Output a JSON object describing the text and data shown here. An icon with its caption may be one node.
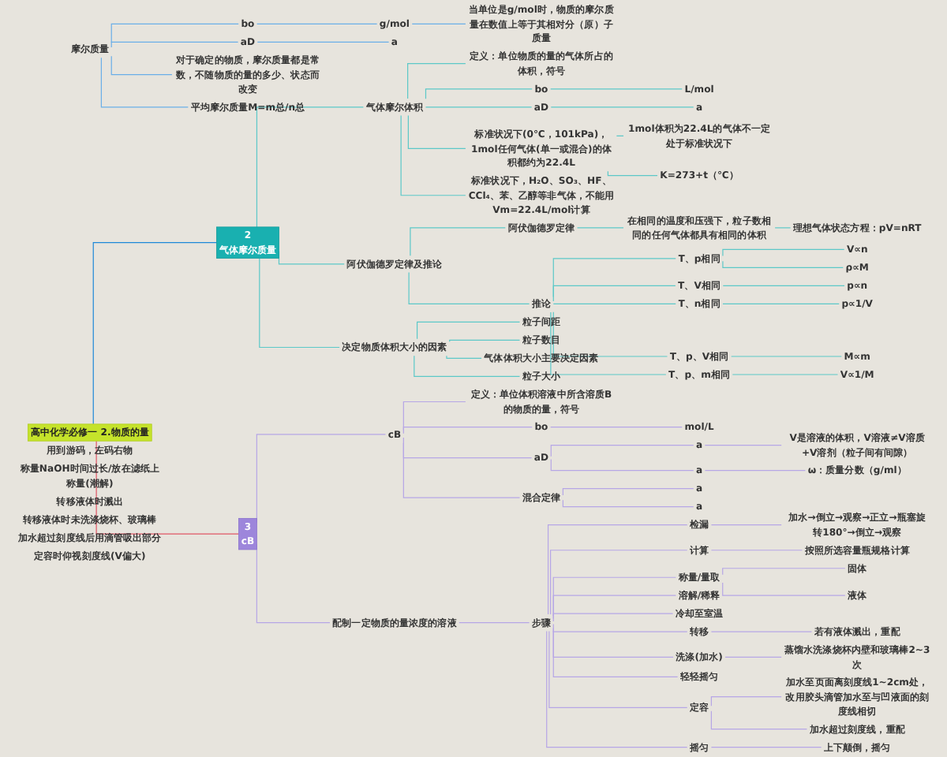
{
  "diagram": {
    "nodes": [
      {
        "text": [
          "高中化学必修一 2.物质的量"
        ]
      },
      {
        "text": [
          "摩尔质量"
        ]
      },
      {
        "text": [
          "bo"
        ]
      },
      {
        "text": [
          "g/mol"
        ]
      },
      {
        "text": [
          "当单位是g/mol时，物质的摩尔质量在数值上等于其相对分（原）子质量"
        ]
      },
      {
        "text": [
          "aD"
        ]
      },
      {
        "text": [
          "a"
        ]
      },
      {
        "text": [
          "对于确定的物质，摩尔质量都是常数，不随物质的量的多少、状态而改变"
        ]
      },
      {
        "text": [
          "平均摩尔质量M=m总/n总"
        ]
      },
      {
        "text": [
          "2",
          "气体摩尔质量"
        ]
      },
      {
        "text": [
          "气体摩尔体积"
        ]
      },
      {
        "text": [
          "定义：单位物质的量的气体所占的体积，符号"
        ]
      },
      {
        "text": [
          "bo"
        ]
      },
      {
        "text": [
          "L/mol"
        ]
      },
      {
        "text": [
          "aD"
        ]
      },
      {
        "text": [
          "a"
        ]
      },
      {
        "text": [
          "标准状况下(0℃，101kPa)，1mol任何气体(单一或混合)的体积都约为22.4L"
        ]
      },
      {
        "text": [
          "1mol体积为22.4L的气体不一定处于标准状况下"
        ]
      },
      {
        "text": [
          "K=273+t（℃）"
        ]
      },
      {
        "text": [
          "标准状况下，H₂O、SO₃、HF、CCl₄、苯、乙醇等非气体，不能用Vm=22.4L/mol计算"
        ]
      },
      {
        "text": [
          "阿伏伽德罗定律及推论"
        ]
      },
      {
        "text": [
          "阿伏伽德罗定律"
        ]
      },
      {
        "text": [
          "在相同的温度和压强下，粒子数相同的任何气体都具有相同的体积"
        ]
      },
      {
        "text": [
          "理想气体状态方程：pV=nRT"
        ]
      },
      {
        "text": [
          "推论"
        ]
      },
      {
        "text": [
          "T、p相同"
        ]
      },
      {
        "text": [
          "V∝n"
        ]
      },
      {
        "text": [
          "ρ∝M"
        ]
      },
      {
        "text": [
          "T、V相同"
        ]
      },
      {
        "text": [
          "p∝n"
        ]
      },
      {
        "text": [
          "T、n相同"
        ]
      },
      {
        "text": [
          "p∝1/V"
        ]
      },
      {
        "text": [
          "T、p、V相同"
        ]
      },
      {
        "text": [
          "M∝m"
        ]
      },
      {
        "text": [
          "T、p、m相同"
        ]
      },
      {
        "text": [
          "V∝1/M"
        ]
      },
      {
        "text": [
          "决定物质体积大小的因素"
        ]
      },
      {
        "text": [
          "粒子间距"
        ]
      },
      {
        "text": [
          "粒子数目"
        ]
      },
      {
        "text": [
          "气体体积大小主要决定因素"
        ]
      },
      {
        "text": [
          "粒子大小"
        ]
      },
      {
        "text": [
          "3",
          "cB"
        ]
      },
      {
        "text": [
          "cB"
        ]
      },
      {
        "text": [
          "定义：单位体积溶液中所含溶质B的物质的量，符号"
        ]
      },
      {
        "text": [
          "bo"
        ]
      },
      {
        "text": [
          "mol/L"
        ]
      },
      {
        "text": [
          "aD"
        ]
      },
      {
        "text": [
          "a"
        ]
      },
      {
        "text": [
          "V是溶液的体积，V溶液≠V溶质+V溶剂（粒子间有间隙）"
        ]
      },
      {
        "text": [
          "a"
        ]
      },
      {
        "text": [
          "ω：质量分数（g/ml）"
        ]
      },
      {
        "text": [
          "混合定律"
        ]
      },
      {
        "text": [
          "a"
        ]
      },
      {
        "text": [
          "a"
        ]
      },
      {
        "text": [
          "配制一定物质的量浓度的溶液"
        ]
      },
      {
        "text": [
          "步骤"
        ]
      },
      {
        "text": [
          "检漏"
        ]
      },
      {
        "text": [
          "加水→倒立→观察→正立→瓶塞旋转180°→倒立→观察"
        ]
      },
      {
        "text": [
          "计算"
        ]
      },
      {
        "text": [
          "按照所选容量瓶规格计算"
        ]
      },
      {
        "text": [
          "称量/量取"
        ]
      },
      {
        "text": [
          "固体"
        ]
      },
      {
        "text": [
          "液体"
        ]
      },
      {
        "text": [
          "溶解/稀释"
        ]
      },
      {
        "text": [
          "冷却至室温"
        ]
      },
      {
        "text": [
          "转移"
        ]
      },
      {
        "text": [
          "若有液体溅出，重配"
        ]
      },
      {
        "text": [
          "洗涤(加水)"
        ]
      },
      {
        "text": [
          "蒸馏水洗涤烧杯内壁和玻璃棒2~3次"
        ]
      },
      {
        "text": [
          "轻轻摇匀"
        ]
      },
      {
        "text": [
          "定容"
        ]
      },
      {
        "text": [
          "加水至页面离刻度线1~2cm处，改用胶头滴管加水至与凹液面的刻度线相切"
        ]
      },
      {
        "text": [
          "加水超过刻度线，重配"
        ]
      },
      {
        "text": [
          "摇匀"
        ]
      },
      {
        "text": [
          "上下颠倒，摇匀"
        ]
      },
      {
        "text": [
          "用到游码，左码右物"
        ]
      },
      {
        "text": [
          "称量NaOH时间过长/放在滤纸上称量(潮解)"
        ]
      },
      {
        "text": [
          "转移液体时溅出"
        ]
      },
      {
        "text": [
          "转移液体时未洗涤烧杯、玻璃棒"
        ]
      },
      {
        "text": [
          "加水超过刻度线后用滴管吸出部分"
        ]
      },
      {
        "text": [
          "定容时仰视刻度线(V偏大)"
        ]
      }
    ],
    "edges": [
      {
        "from": 1,
        "to": 2,
        "arrow": "none",
        "color": "#6aaee8"
      },
      {
        "from": 2,
        "to": 3,
        "arrow": "none",
        "color": "#6aaee8"
      },
      {
        "from": 3,
        "to": 4,
        "arrow": "none",
        "color": "#6aaee8"
      },
      {
        "from": 1,
        "to": 5,
        "arrow": "none",
        "color": "#6aaee8"
      },
      {
        "from": 5,
        "to": 6,
        "arrow": "none",
        "color": "#6aaee8"
      },
      {
        "from": 1,
        "to": 7,
        "arrow": "none",
        "color": "#6aaee8"
      },
      {
        "from": 1,
        "to": 8,
        "arrow": "none",
        "color": "#6aaee8"
      },
      {
        "from": 0,
        "to": 9,
        "arrow": "none",
        "color": "#1e88d8"
      },
      {
        "from": 9,
        "to": 10,
        "arrow": "none",
        "color": "#5cc8c8"
      },
      {
        "from": 10,
        "to": 11,
        "arrow": "none",
        "color": "#5cc8c8"
      },
      {
        "from": 10,
        "to": 12,
        "arrow": "none",
        "color": "#5cc8c8"
      },
      {
        "from": 12,
        "to": 13,
        "arrow": "none",
        "color": "#5cc8c8"
      },
      {
        "from": 10,
        "to": 14,
        "arrow": "none",
        "color": "#5cc8c8"
      },
      {
        "from": 14,
        "to": 15,
        "arrow": "none",
        "color": "#5cc8c8"
      },
      {
        "from": 10,
        "to": 16,
        "arrow": "none",
        "color": "#5cc8c8"
      },
      {
        "from": 16,
        "to": 17,
        "arrow": "none",
        "color": "#5cc8c8"
      },
      {
        "from": 16,
        "to": 18,
        "arrow": "none",
        "color": "#5cc8c8"
      },
      {
        "from": 10,
        "to": 19,
        "arrow": "none",
        "color": "#5cc8c8"
      },
      {
        "from": 9,
        "to": 20,
        "arrow": "none",
        "color": "#5cc8c8"
      },
      {
        "from": 20,
        "to": 21,
        "arrow": "none",
        "color": "#5cc8c8"
      },
      {
        "from": 21,
        "to": 22,
        "arrow": "none",
        "color": "#5cc8c8"
      },
      {
        "from": 22,
        "to": 23,
        "arrow": "none",
        "color": "#5cc8c8"
      },
      {
        "from": 20,
        "to": 24,
        "arrow": "none",
        "color": "#5cc8c8"
      },
      {
        "from": 24,
        "to": 25,
        "arrow": "none",
        "color": "#5cc8c8"
      },
      {
        "from": 25,
        "to": 26,
        "arrow": "none",
        "color": "#5cc8c8"
      },
      {
        "from": 25,
        "to": 27,
        "arrow": "none",
        "color": "#5cc8c8"
      },
      {
        "from": 24,
        "to": 28,
        "arrow": "none",
        "color": "#5cc8c8"
      },
      {
        "from": 28,
        "to": 29,
        "arrow": "none",
        "color": "#5cc8c8"
      },
      {
        "from": 24,
        "to": 30,
        "arrow": "none",
        "color": "#5cc8c8"
      },
      {
        "from": 30,
        "to": 31,
        "arrow": "none",
        "color": "#5cc8c8"
      },
      {
        "from": 24,
        "to": 32,
        "arrow": "none",
        "color": "#5cc8c8"
      },
      {
        "from": 32,
        "to": 33,
        "arrow": "none",
        "color": "#5cc8c8"
      },
      {
        "from": 24,
        "to": 34,
        "arrow": "none",
        "color": "#5cc8c8"
      },
      {
        "from": 34,
        "to": 35,
        "arrow": "none",
        "color": "#5cc8c8"
      },
      {
        "from": 9,
        "to": 36,
        "arrow": "none",
        "color": "#5cc8c8"
      },
      {
        "from": 36,
        "to": 37,
        "arrow": "none",
        "color": "#5cc8c8"
      },
      {
        "from": 36,
        "to": 38,
        "arrow": "none",
        "color": "#5cc8c8"
      },
      {
        "from": 36,
        "to": 39,
        "arrow": "none",
        "color": "#5cc8c8"
      },
      {
        "from": 36,
        "to": 40,
        "arrow": "none",
        "color": "#5cc8c8"
      },
      {
        "from": 0,
        "to": 41,
        "arrow": "none",
        "color": "#e05565"
      },
      {
        "from": 41,
        "to": 42,
        "arrow": "none"
      },
      {
        "from": 42,
        "to": 43,
        "arrow": "none"
      },
      {
        "from": 42,
        "to": 44,
        "arrow": "none"
      },
      {
        "from": 44,
        "to": 45,
        "arrow": "none"
      },
      {
        "from": 42,
        "to": 46,
        "arrow": "none"
      },
      {
        "from": 46,
        "to": 47,
        "arrow": "none"
      },
      {
        "from": 47,
        "to": 48,
        "arrow": "none"
      },
      {
        "from": 46,
        "to": 49,
        "arrow": "none"
      },
      {
        "from": 49,
        "to": 50,
        "arrow": "none"
      },
      {
        "from": 42,
        "to": 51,
        "arrow": "none"
      },
      {
        "from": 51,
        "to": 52,
        "arrow": "none"
      },
      {
        "from": 51,
        "to": 53,
        "arrow": "none"
      },
      {
        "from": 41,
        "to": 54,
        "arrow": "none"
      },
      {
        "from": 54,
        "to": 55,
        "arrow": "none"
      },
      {
        "from": 55,
        "to": 56,
        "arrow": "none"
      },
      {
        "from": 56,
        "to": 57,
        "arrow": "none"
      },
      {
        "from": 55,
        "to": 58,
        "arrow": "none"
      },
      {
        "from": 58,
        "to": 59,
        "arrow": "none"
      },
      {
        "from": 55,
        "to": 60,
        "arrow": "none"
      },
      {
        "from": 60,
        "to": 61,
        "arrow": "none"
      },
      {
        "from": 60,
        "to": 62,
        "arrow": "none"
      },
      {
        "from": 55,
        "to": 63,
        "arrow": "none"
      },
      {
        "from": 55,
        "to": 64,
        "arrow": "none"
      },
      {
        "from": 55,
        "to": 65,
        "arrow": "none"
      },
      {
        "from": 65,
        "to": 66,
        "arrow": "none"
      },
      {
        "from": 55,
        "to": 67,
        "arrow": "none"
      },
      {
        "from": 67,
        "to": 68,
        "arrow": "none"
      },
      {
        "from": 55,
        "to": 69,
        "arrow": "none"
      },
      {
        "from": 55,
        "to": 70,
        "arrow": "none"
      },
      {
        "from": 70,
        "to": 71,
        "arrow": "none"
      },
      {
        "from": 70,
        "to": 72,
        "arrow": "none"
      },
      {
        "from": 55,
        "to": 73,
        "arrow": "none"
      },
      {
        "from": 73,
        "to": 74,
        "arrow": "none"
      }
    ]
  }
}
